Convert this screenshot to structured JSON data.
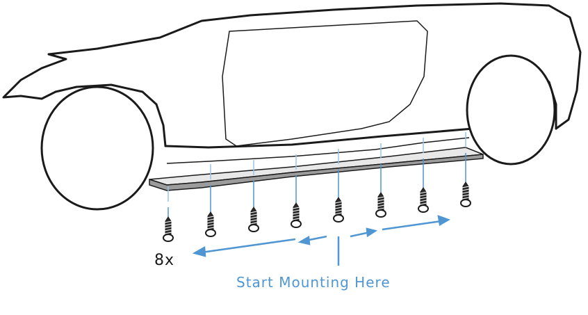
{
  "labels": {
    "screw_count": "8x",
    "start_mounting": "Start Mounting Here"
  },
  "colors": {
    "line": "#1a1a1a",
    "accent_blue": "#4f96d3",
    "guide_blue": "#9ac4e6",
    "skirt_fill": "#9c9c9c"
  },
  "screws": {
    "count": 8
  }
}
